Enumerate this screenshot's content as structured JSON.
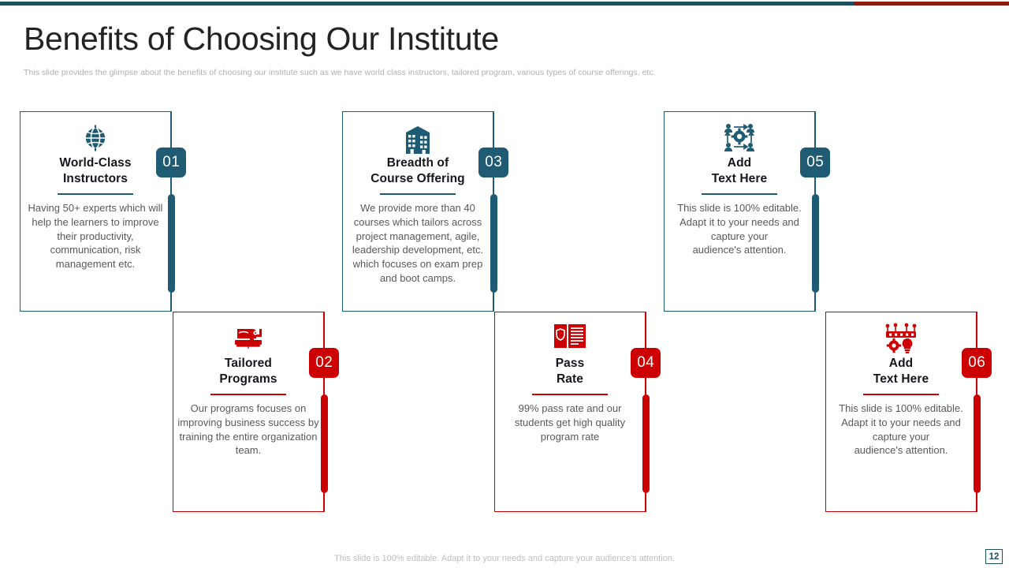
{
  "theme": {
    "teal": "#1f5b73",
    "red": "#cc0000",
    "topbar_teal": "#1f4e5f",
    "topbar_red": "#8b1a12",
    "title_color": "#232323",
    "body_color": "#595959",
    "muted_color": "#b0b0b0"
  },
  "header": {
    "title": "Benefits of Choosing Our Institute",
    "subtitle": "This slide provides the glimpse about the benefits of choosing our institute such as we have world class instructors, tailored program, various types of course offerings, etc."
  },
  "cards": [
    {
      "number": "01",
      "icon": "globe-icon",
      "title": "World-Class\nInstructors",
      "body": "Having 50+ experts which will help the learners to improve their productivity, communication, risk management etc.",
      "accent": "#1f5b73",
      "row": "top"
    },
    {
      "number": "02",
      "icon": "sewing-machine-icon",
      "title": "Tailored\nPrograms",
      "body": "Our programs focuses on improving business success by training the entire organization team.",
      "accent": "#cc0000",
      "row": "bottom"
    },
    {
      "number": "03",
      "icon": "office-building-icon",
      "title": "Breadth of\nCourse Offering",
      "body": "We provide more than 40 courses which tailors across project management, agile, leadership development, etc. which focuses on exam prep and boot camps.",
      "accent": "#1f5b73",
      "row": "top"
    },
    {
      "number": "04",
      "icon": "certificate-document-icon",
      "title": "Pass\nRate",
      "body": "99% pass rate and our students get high quality program rate",
      "accent": "#cc0000",
      "row": "bottom"
    },
    {
      "number": "05",
      "icon": "team-network-gear-icon",
      "title": "Add\nText Here",
      "body": "This slide is 100% editable. Adapt it to your needs and capture your\naudience's attention.",
      "accent": "#1f5b73",
      "row": "top"
    },
    {
      "number": "06",
      "icon": "gear-lightbulb-process-icon",
      "title": "Add\nText Here",
      "body": "This slide is 100% editable. Adapt it to your needs and capture your\naudience's attention.",
      "accent": "#cc0000",
      "row": "bottom"
    }
  ],
  "footer": {
    "note": "This slide is 100% editable. Adapt it to your needs and capture your audience's attention.",
    "page_number": "12"
  }
}
